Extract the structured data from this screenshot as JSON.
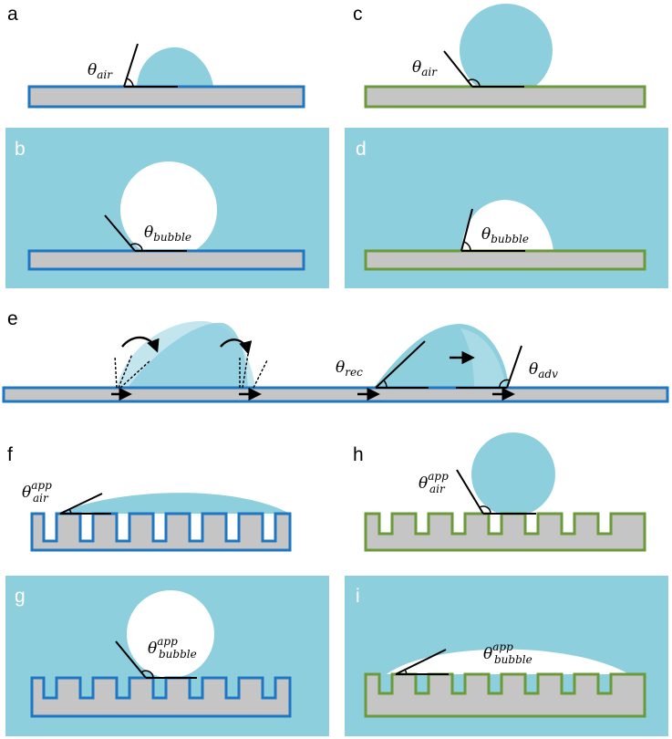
{
  "colors": {
    "liquid": "#8ecfde",
    "liquid_light": "#b4dfea",
    "bubble": "#ffffff",
    "substrate_fill": "#c5c5c5",
    "hydrophilic_border": "#1f76c2",
    "hydrophobic_border": "#6a9a3a",
    "line": "#000000"
  },
  "panels": [
    {
      "letter": "a",
      "symbol": "θ",
      "subscript": "air",
      "superscript": ""
    },
    {
      "letter": "b",
      "symbol": "θ",
      "subscript": "bubble",
      "superscript": ""
    },
    {
      "letter": "c",
      "symbol": "θ",
      "subscript": "air",
      "superscript": ""
    },
    {
      "letter": "d",
      "symbol": "θ",
      "subscript": "bubble",
      "superscript": ""
    },
    {
      "letter": "e",
      "rec": {
        "symbol": "θ",
        "subscript": "rec"
      },
      "adv": {
        "symbol": "θ",
        "subscript": "adv"
      }
    },
    {
      "letter": "f",
      "symbol": "θ",
      "subscript": "air",
      "superscript": "app"
    },
    {
      "letter": "g",
      "symbol": "θ",
      "subscript": "bubble",
      "superscript": "app"
    },
    {
      "letter": "h",
      "symbol": "θ",
      "subscript": "air",
      "superscript": "app"
    },
    {
      "letter": "i",
      "symbol": "θ",
      "subscript": "bubble",
      "superscript": "app"
    }
  ]
}
